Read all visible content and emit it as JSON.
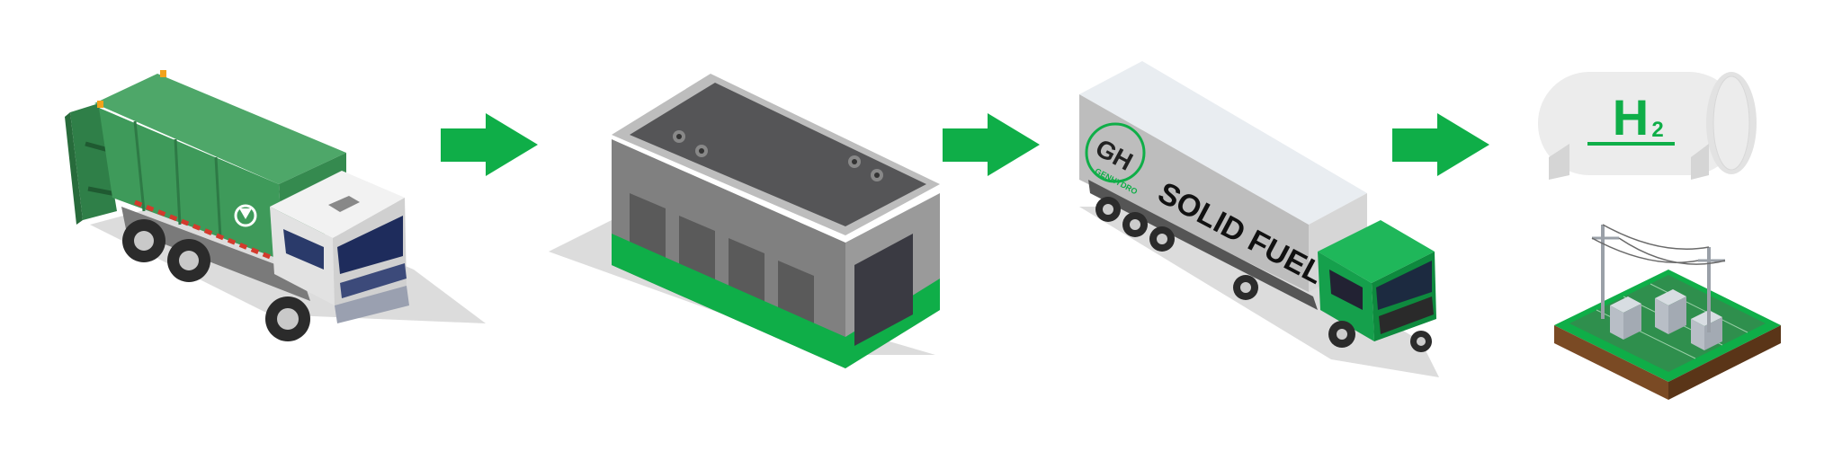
{
  "colors": {
    "accent_green": "#0fae48",
    "truck_green": "#3f9a5a",
    "roof_dark": "#555557",
    "tank_gray": "#ebebeb",
    "shadow": "#dcdcdc"
  },
  "steps": [
    {
      "icon": "garbage-truck-icon"
    },
    {
      "icon": "processing-plant-icon"
    },
    {
      "icon": "fuel-truck-icon"
    },
    {
      "icon": "hydrogen-tank-icon"
    },
    {
      "icon": "power-substation-icon"
    }
  ],
  "trailer": {
    "logo_letters": "GH",
    "brand": "GENHYDRO",
    "text": "SOLID FUEL"
  },
  "tank": {
    "symbol": "H",
    "subscript": "2"
  }
}
